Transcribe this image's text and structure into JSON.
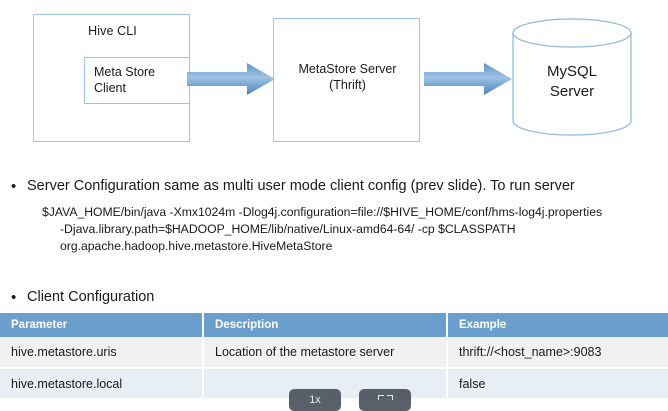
{
  "diagram": {
    "hive_cli": {
      "title": "Hive CLI",
      "inner_box_label": "Meta Store\nClient"
    },
    "metastore_server": {
      "line1": "MetaStore Server",
      "line2": "(Thrift)"
    },
    "mysql": {
      "line1": "MySQL",
      "line2": "Server"
    },
    "arrow_color": "#5b9bd5"
  },
  "content": {
    "bullet_glyph": "•",
    "server_config_bullet": "Server Configuration same as multi user mode client config (prev slide). To run server",
    "code_lines": [
      "$JAVA_HOME/bin/java -Xmx1024m -Dlog4j.configuration=file://$HIVE_HOME/conf/hms-log4j.properties",
      "-Djava.library.path=$HADOOP_HOME/lib/native/Linux-amd64-64/ -cp $CLASSPATH",
      "org.apache.hadoop.hive.metastore.HiveMetaStore"
    ],
    "client_config_bullet": "Client Configuration"
  },
  "table": {
    "header_color": "#6a9fcd",
    "columns": [
      "Parameter",
      "Description",
      "Example"
    ],
    "rows": [
      {
        "parameter": "hive.metastore.uris",
        "description": "Location of the metastore server",
        "example": "thrift://<host_name>:9083"
      },
      {
        "parameter": "hive.metastore.local",
        "description": "",
        "example": "false"
      }
    ]
  },
  "video_controls": {
    "speed_label": "1x",
    "fullscreen_label": ""
  }
}
